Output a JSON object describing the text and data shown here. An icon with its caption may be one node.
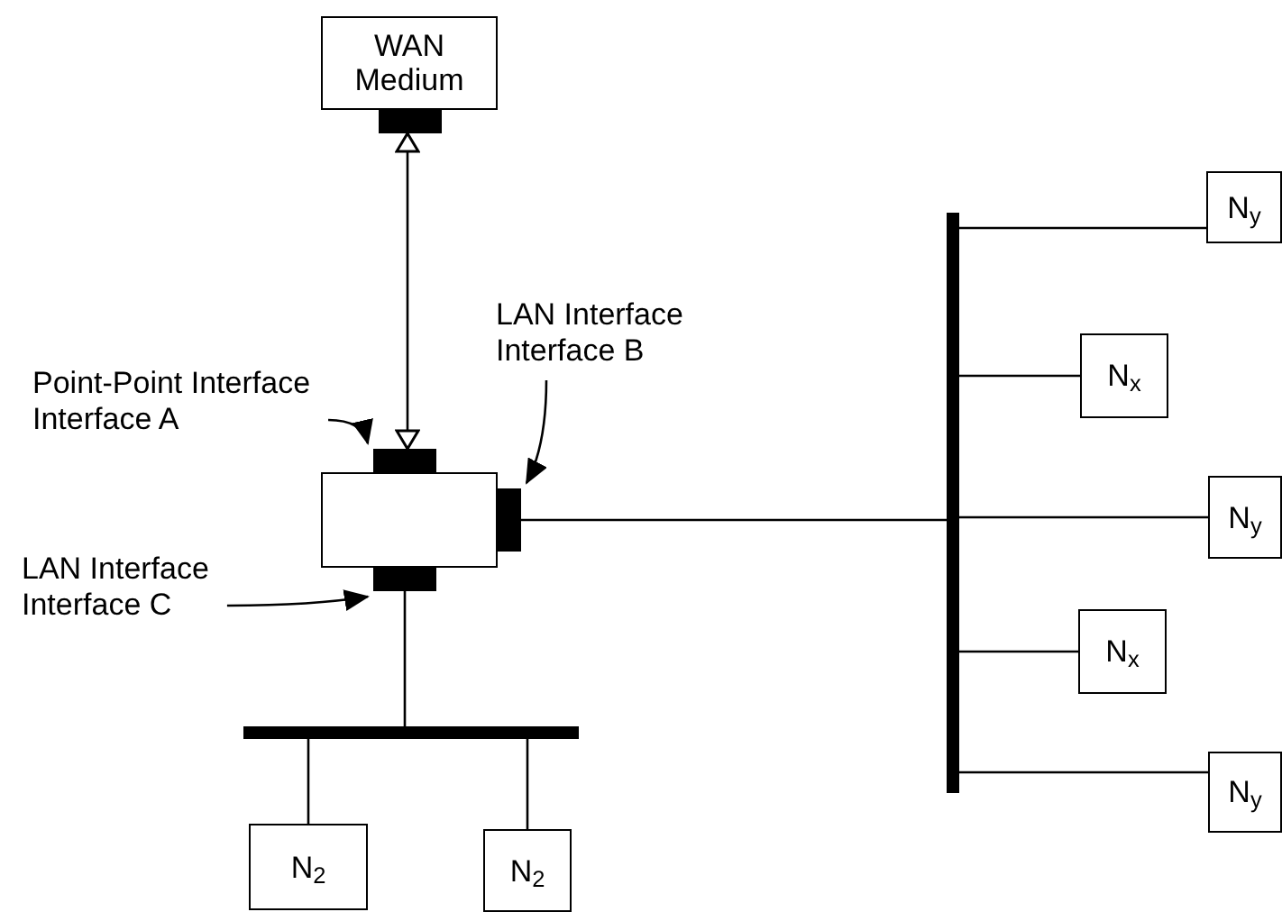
{
  "diagram": {
    "nodes": [
      {
        "text": [
          "WAN Medium"
        ]
      },
      {
        "text": [],
        "shape": "bar"
      },
      {
        "text": [],
        "shape": "bar"
      },
      {
        "text": [],
        "shape": "box"
      },
      {
        "text": [],
        "shape": "bar"
      },
      {
        "text": [],
        "shape": "bar"
      },
      {
        "text": [],
        "shape": "bar"
      },
      {
        "text": [
          "N$_{2}$"
        ]
      },
      {
        "text": [
          "N$_{2}$"
        ]
      },
      {
        "text": [],
        "shape": "bar"
      },
      {
        "text": [
          "N$_{y}$"
        ]
      },
      {
        "text": [
          "N$_{x}$"
        ]
      },
      {
        "text": [
          "N$_{y}$"
        ]
      },
      {
        "text": [
          "N$_{x}$"
        ]
      },
      {
        "text": [
          "N$_{y}$"
        ]
      },
      {
        "text": [
          "Point-Point Interface",
          "Interface A"
        ]
      },
      {
        "text": [
          "LAN Interface",
          "Interface B"
        ]
      },
      {
        "text": [
          "LAN Interface",
          "Interface C"
        ]
      }
    ],
    "edges": [
      {
        "from": 1,
        "to": 2,
        "arrow": "both"
      },
      {
        "from": 4,
        "to": 9,
        "arrow": "none"
      },
      {
        "from": 9,
        "to": 12,
        "arrow": "none"
      },
      {
        "from": 5,
        "to": 6,
        "arrow": "none"
      },
      {
        "from": 6,
        "to": 7,
        "arrow": "none"
      },
      {
        "from": 6,
        "to": 8,
        "arrow": "none"
      },
      {
        "from": 9,
        "to": 10,
        "arrow": "none"
      },
      {
        "from": 9,
        "to": 11,
        "arrow": "none"
      },
      {
        "from": 9,
        "to": 13,
        "arrow": "none"
      },
      {
        "from": 9,
        "to": 14,
        "arrow": "none"
      },
      {
        "from": 15,
        "to": 2,
        "arrow": "to"
      },
      {
        "from": 16,
        "to": 4,
        "arrow": "to"
      },
      {
        "from": 17,
        "to": 5,
        "arrow": "to"
      }
    ]
  }
}
